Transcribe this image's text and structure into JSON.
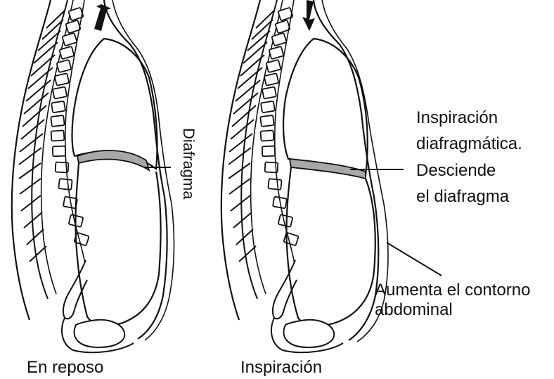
{
  "panels": {
    "rest": {
      "caption": "En reposo",
      "diaphragm_label": "Diafragma",
      "arrow": "up-arrow-icon"
    },
    "inspiration": {
      "caption": "Inspiración",
      "arrow": "down-arrow-icon",
      "diaphragm_note": [
        "Inspiración",
        "diafragmática.",
        "Desciende",
        "el diafragma"
      ],
      "abdomen_note": [
        "Aumenta el contorno",
        "abdominal"
      ]
    }
  },
  "colors": {
    "line": "#111111",
    "diaphragm": "#a8a8a8",
    "background": "#ffffff"
  }
}
